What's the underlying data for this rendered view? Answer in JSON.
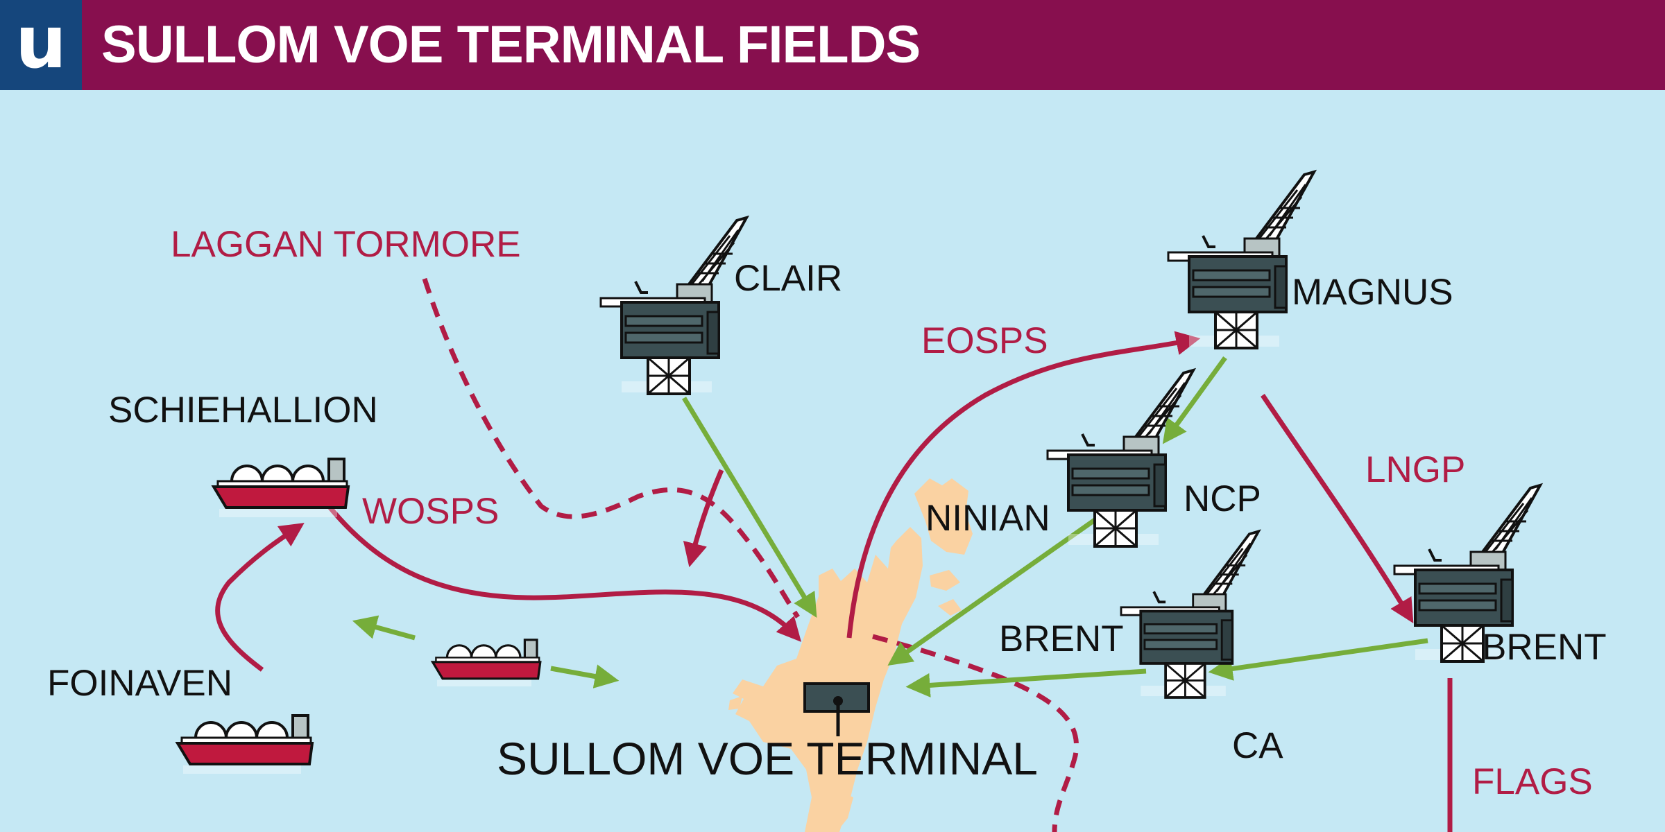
{
  "header": {
    "logo_letter": "u",
    "title": "SULLOM VOE TERMINAL FIELDS",
    "logo_color": "#15467c",
    "bar_color": "#870f4e"
  },
  "colors": {
    "sea": "#c5e8f4",
    "land": "#fad2a2",
    "pipeline": "#b11c45",
    "flow": "#76ad3a",
    "platform": "#3b4f53"
  },
  "labels": {
    "laggan_tormore": "LAGGAN TORMORE",
    "clair": "CLAIR",
    "magnus": "MAGNUS",
    "eosps": "EOSPS",
    "schiehallion": "SCHIEHALLION",
    "wosps": "WOSPS",
    "lngp": "LNGP",
    "ninian": "NINIAN",
    "ncp": "NCP",
    "brent_center": "BRENT",
    "brent_right": "BRENT",
    "foinaven": "FOINAVEN",
    "ca": "CA",
    "flags": "FLAGS",
    "terminal": "SULLOM VOE TERMINAL"
  },
  "icons": {
    "platform": "oil-platform-icon",
    "tanker": "oil-tanker-icon",
    "terminal": "terminal-building-icon"
  }
}
